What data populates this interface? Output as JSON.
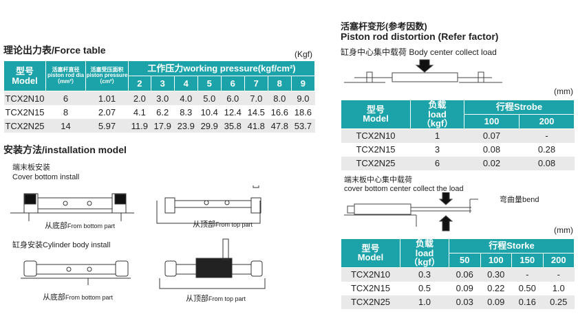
{
  "force": {
    "title": "理论出力表/Force table",
    "unit": "(Kgf)",
    "headers": {
      "model_cn": "型号",
      "model": "Model",
      "rod_cn": "活塞杆直径",
      "rod_en": "piston rod dia",
      "rod_unit": "（mm²）",
      "area_cn": "活塞受压面积",
      "area_en": "piston pressure",
      "area_unit": "（cm²）",
      "pressure": "工作压力working pressure(kgf/cm²)"
    },
    "pressures": [
      "2",
      "3",
      "4",
      "5",
      "6",
      "7",
      "8",
      "9"
    ],
    "rows": [
      {
        "model": "TCX2N10",
        "rod": "6",
        "area": "1.01",
        "vals": [
          "2.0",
          "3.0",
          "4.0",
          "5.0",
          "6.0",
          "7.0",
          "8.0",
          "9.0"
        ]
      },
      {
        "model": "TCX2N15",
        "rod": "8",
        "area": "2.07",
        "vals": [
          "4.1",
          "6.2",
          "8.3",
          "10.4",
          "12.4",
          "14.5",
          "16.6",
          "18.6"
        ]
      },
      {
        "model": "TCX2N25",
        "rod": "14",
        "area": "5.97",
        "vals": [
          "11.9",
          "17.9",
          "23.9",
          "29.9",
          "35.8",
          "41.8",
          "47.8",
          "53.7"
        ]
      }
    ]
  },
  "install": {
    "title": "安装方法/installation model",
    "cover_cn": "端末板安装",
    "cover_en": "Cover bottom install",
    "cyl": "缸身安装Cylinder body install",
    "from_bottom_cn": "从底部",
    "from_bottom_en": "From bottom part",
    "from_top_cn": "从顶部",
    "from_top_en": "From top part"
  },
  "distortion": {
    "title_cn": "活塞杆变形(参考因数)",
    "title_en": "Piston rod distortion (Refer factor)",
    "body_label": "缸身中心集中载荷 Body center collect load",
    "unit": "(mm)",
    "t1": {
      "model_cn": "型号",
      "model": "Model",
      "load_cn": "负载",
      "load": "load",
      "load_unit": "（kgf）",
      "stroke": "行程Strobe",
      "strokes": [
        "100",
        "200"
      ],
      "rows": [
        {
          "model": "TCX2N10",
          "load": "1",
          "vals": [
            "0.07",
            "-"
          ]
        },
        {
          "model": "TCX2N15",
          "load": "3",
          "vals": [
            "0.08",
            "0.28"
          ]
        },
        {
          "model": "TCX2N25",
          "load": "6",
          "vals": [
            "0.02",
            "0.08"
          ]
        }
      ]
    },
    "cover_label_cn": "端末板中心集中载荷",
    "cover_label_en": "cover bottom center collect the load",
    "bend": "弯曲量bend",
    "t2": {
      "model_cn": "型号",
      "model": "Model",
      "load_cn": "负载",
      "load": "load",
      "load_unit": "（kgf）",
      "stroke": "行程Storke",
      "strokes": [
        "50",
        "100",
        "150",
        "200"
      ],
      "rows": [
        {
          "model": "TCX2N10",
          "load": "0.3",
          "vals": [
            "0.06",
            "0.30",
            "-",
            "-"
          ]
        },
        {
          "model": "TCX2N15",
          "load": "0.5",
          "vals": [
            "0.09",
            "0.22",
            "0.50",
            "1.0"
          ]
        },
        {
          "model": "TCX2N25",
          "load": "1.0",
          "vals": [
            "0.03",
            "0.09",
            "0.16",
            "0.25"
          ]
        }
      ]
    }
  }
}
